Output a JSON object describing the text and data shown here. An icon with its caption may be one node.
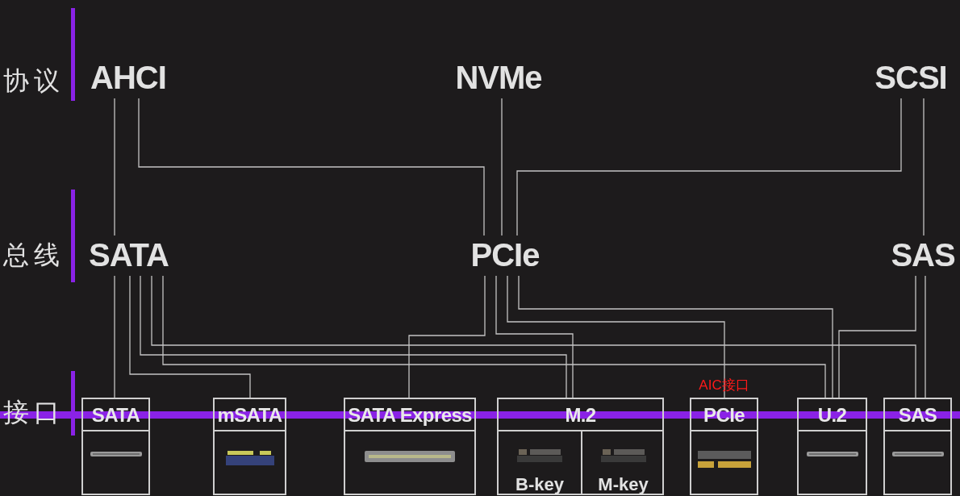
{
  "diagram": {
    "nodes": [
      {
        "text": [
          "AHCI"
        ]
      },
      {
        "text": [
          "NVMe"
        ]
      },
      {
        "text": [
          "SCSI"
        ]
      },
      {
        "text": [
          "SATA"
        ]
      },
      {
        "text": [
          "PCIe"
        ]
      },
      {
        "text": [
          "SAS"
        ]
      },
      {
        "text": [
          "SATA"
        ]
      },
      {
        "text": [
          "mSATA"
        ]
      },
      {
        "text": [
          "SATA Express"
        ]
      },
      {
        "text": [
          "M.2"
        ]
      },
      {
        "text": [
          "B-key"
        ],
        "in": 9
      },
      {
        "text": [
          "M-key"
        ],
        "in": 9
      },
      {
        "text": [
          "PCIe"
        ],
        "beside": [
          "AIC接口"
        ]
      },
      {
        "text": [
          "U.2"
        ]
      },
      {
        "text": [
          "SAS"
        ]
      }
    ],
    "edges": [
      {
        "from": 0,
        "to": 3,
        "arrow": "none"
      },
      {
        "from": 0,
        "to": 4,
        "arrow": "none"
      },
      {
        "from": 1,
        "to": 4,
        "arrow": "none"
      },
      {
        "from": 2,
        "to": 4,
        "arrow": "none"
      },
      {
        "from": 2,
        "to": 5,
        "arrow": "none"
      },
      {
        "from": 3,
        "to": 6,
        "arrow": "none"
      },
      {
        "from": 3,
        "to": 7,
        "arrow": "none"
      },
      {
        "from": 3,
        "to": 9,
        "arrow": "none"
      },
      {
        "from": 3,
        "to": 14,
        "arrow": "none"
      },
      {
        "from": 3,
        "to": 13,
        "arrow": "none"
      },
      {
        "from": 4,
        "to": 8,
        "arrow": "none"
      },
      {
        "from": 4,
        "to": 9,
        "arrow": "none"
      },
      {
        "from": 4,
        "to": 12,
        "arrow": "none"
      },
      {
        "from": 4,
        "to": 13,
        "arrow": "none"
      },
      {
        "from": 5,
        "to": 13,
        "arrow": "none"
      },
      {
        "from": 5,
        "to": 14,
        "arrow": "none"
      }
    ],
    "labels": [
      "协议",
      "总线",
      "接口"
    ]
  }
}
